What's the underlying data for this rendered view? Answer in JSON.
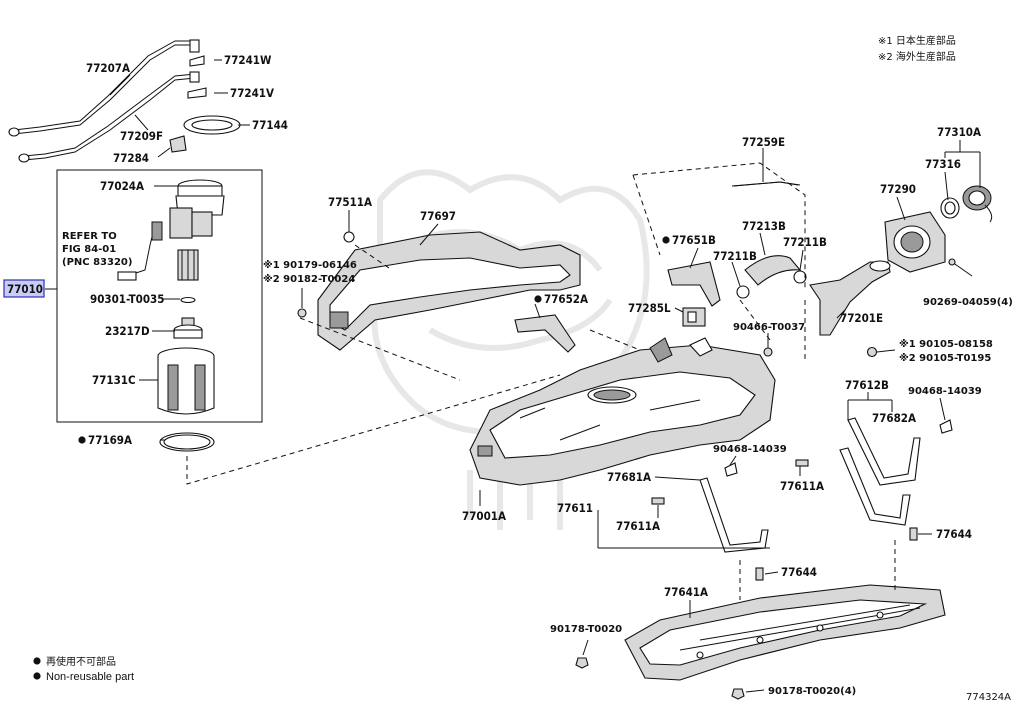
{
  "diagram_id": "774324A",
  "notes": {
    "japan": "※1 日本生産部品",
    "overseas": "※2 海外生産部品",
    "legend_jp": "再使用不可部品",
    "legend_en": "Non-reusable part"
  },
  "refer": {
    "line1": "REFER TO",
    "line2": "FIG 84-01",
    "line3": "(PNC 83320)"
  },
  "labels": {
    "p77207A": "77207A",
    "p77241W": "77241W",
    "p77241V": "77241V",
    "p77144": "77144",
    "p77209F": "77209F",
    "p77284": "77284",
    "p77024A": "77024A",
    "p77010": "77010",
    "p90301": "90301-T0035",
    "p23217D": "23217D",
    "p77131C": "77131C",
    "p77169A": "77169A",
    "p77511A": "77511A",
    "p77697": "77697",
    "p90179": "※1 90179-06146",
    "p90182": "※2 90182-T0024",
    "p77259E": "77259E",
    "p77651B": "77651B",
    "p77213B": "77213B",
    "p77211B_a": "77211B",
    "p77211B_b": "77211B",
    "p77652A": "77652A",
    "p77285L": "77285L",
    "p90466": "90466-T0037",
    "p77310A": "77310A",
    "p77316": "77316",
    "p77290": "77290",
    "p90269": "90269-04059(4)",
    "p77201E": "77201E",
    "p90105a": "※1 90105-08158",
    "p90105b": "※2 90105-T0195",
    "p77612B": "77612B",
    "p90468a": "90468-14039",
    "p77682A": "77682A",
    "p90468b": "90468-14039",
    "p77681A": "77681A",
    "p77611": "77611",
    "p77611A_a": "77611A",
    "p77611A_b": "77611A",
    "p77001A": "77001A",
    "p77644_a": "77644",
    "p77644_b": "77644",
    "p77641A": "77641A",
    "p90178a": "90178-T0020",
    "p90178b": "90178-T0020(4)"
  }
}
